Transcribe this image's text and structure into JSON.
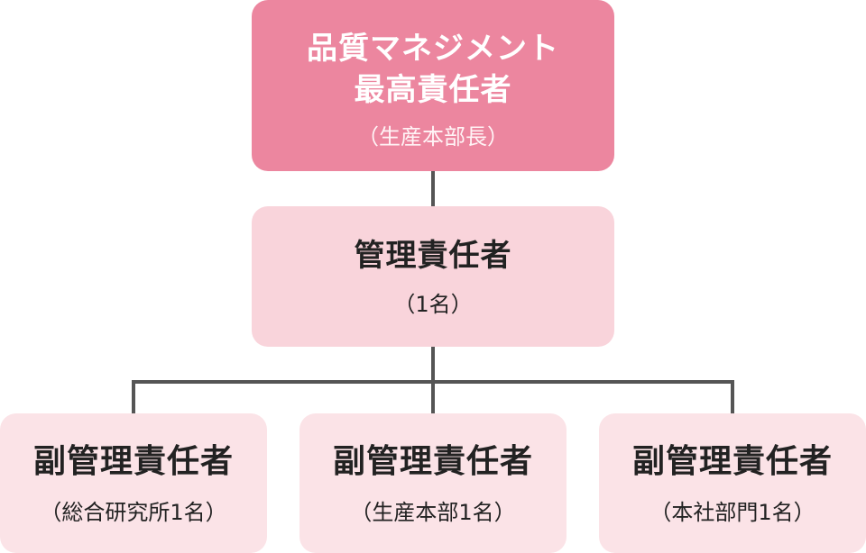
{
  "chart": {
    "top": {
      "title": "品質マネジメント\n最高責任者",
      "note": "（生産本部長）"
    },
    "middle": {
      "title": "管理責任者",
      "note": "（1名）"
    },
    "subs": [
      {
        "title": "副管理責任者",
        "note": "（総合研究所1名）"
      },
      {
        "title": "副管理責任者",
        "note": "（生産本部1名）"
      },
      {
        "title": "副管理責任者",
        "note": "（本社部門1名）"
      }
    ]
  },
  "colors": {
    "top_box": "#ec869f",
    "middle_box": "#f9d4db",
    "sub_box": "#fbe3e7",
    "connector": "#555555"
  }
}
